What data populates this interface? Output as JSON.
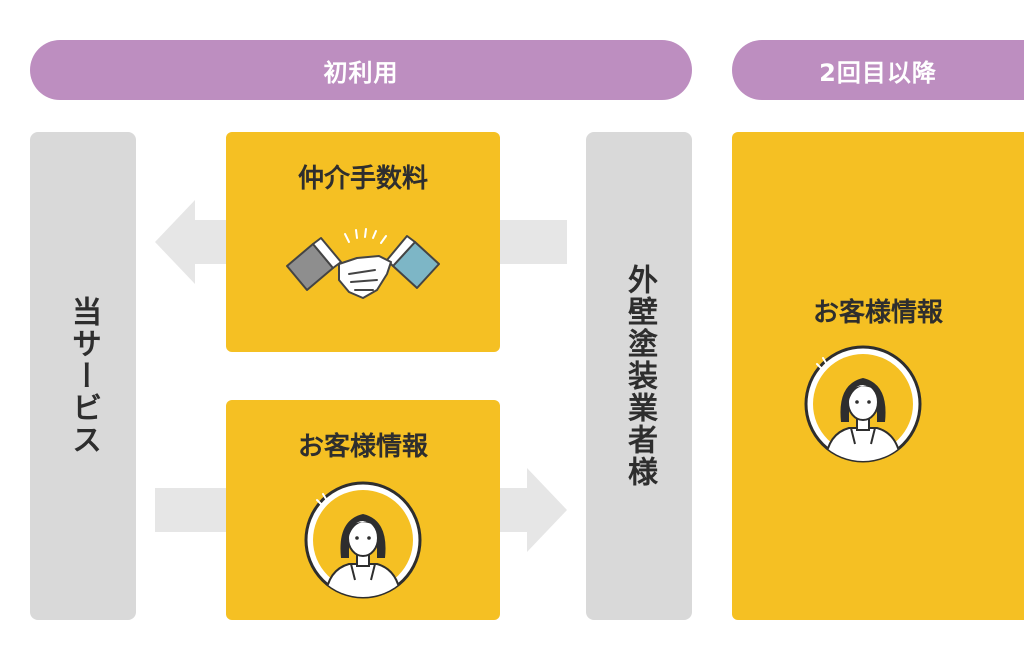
{
  "header": {
    "first_use": "初利用",
    "second_onwards": "2回目以降"
  },
  "columns": {
    "service": "当サービス",
    "contractor": "外壁塗装業者様"
  },
  "cards": {
    "fee_title": "仲介手数料",
    "customer_info_title": "お客様情報",
    "customer_info_repeat_title": "お客様情報"
  },
  "colors": {
    "pill": "#bd8ec0",
    "card": "#f5c023",
    "column": "#d9d9d9",
    "arrow": "#e6e6e6"
  },
  "icons": [
    "handshake-icon",
    "person-icon"
  ]
}
